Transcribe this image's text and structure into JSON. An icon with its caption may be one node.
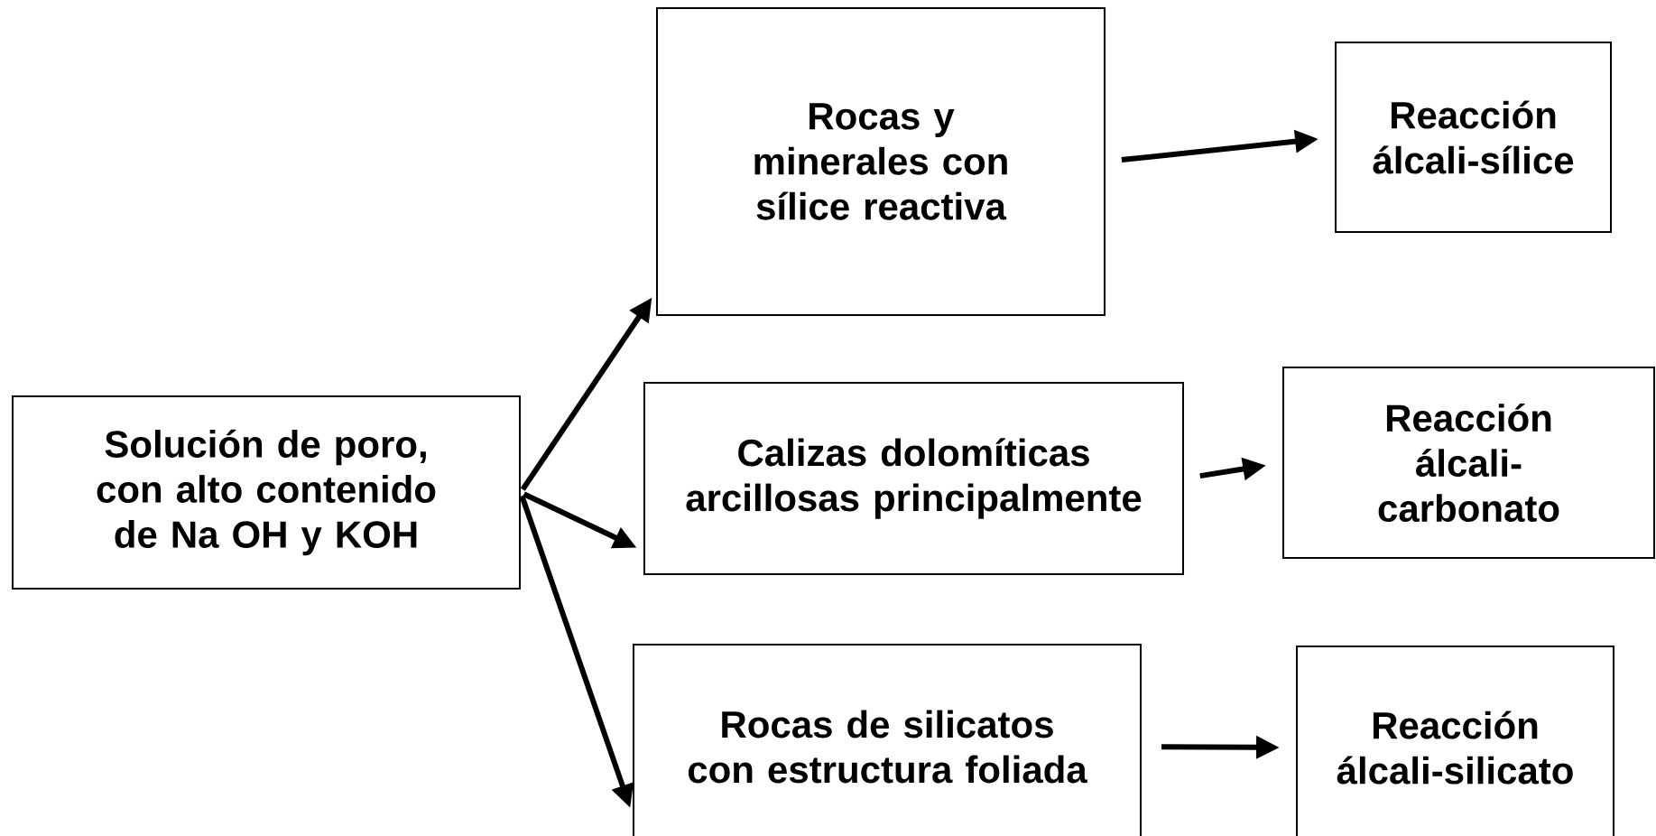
{
  "diagram": {
    "nodes": [
      {
        "text": [
          "Solución de poro, con alto contenido de Na OH y KOH"
        ]
      },
      {
        "text": [
          "Rocas y minerales con sílice reactiva"
        ]
      },
      {
        "text": [
          "Reacción álcali-sílice"
        ]
      },
      {
        "text": [
          "Calizas dolomíticas arcillosas principalmente"
        ]
      },
      {
        "text": [
          "Reacción álcali-carbonato"
        ]
      },
      {
        "text": [
          "Rocas de silicatos con estructura foliada"
        ]
      },
      {
        "text": [
          "Reacción álcali-silicato"
        ]
      }
    ],
    "edges": [
      {
        "from": 0,
        "to": 1,
        "arrow": "to"
      },
      {
        "from": 0,
        "to": 3,
        "arrow": "to"
      },
      {
        "from": 0,
        "to": 5,
        "arrow": "to"
      },
      {
        "from": 1,
        "to": 2,
        "arrow": "to"
      },
      {
        "from": 3,
        "to": 4,
        "arrow": "to"
      },
      {
        "from": 5,
        "to": 6,
        "arrow": "to"
      }
    ]
  }
}
